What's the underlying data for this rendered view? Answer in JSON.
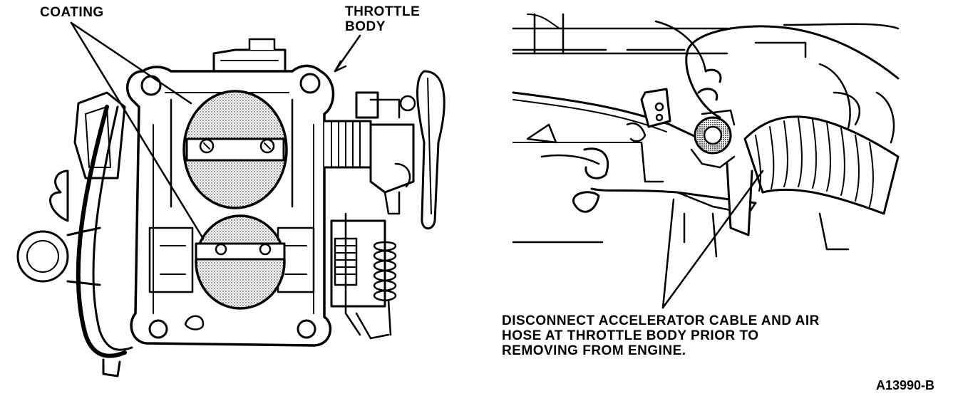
{
  "labels": {
    "coating": "COATING",
    "throttle_body": [
      "THROTTLE",
      "BODY"
    ],
    "note": [
      "DISCONNECT ACCELERATOR CABLE AND AIR",
      "HOSE AT THROTTLE BODY PRIOR TO",
      "REMOVING FROM ENGINE."
    ],
    "figure_id": "A13990-B"
  },
  "colors": {
    "ink": "#000000",
    "paper": "#ffffff"
  }
}
